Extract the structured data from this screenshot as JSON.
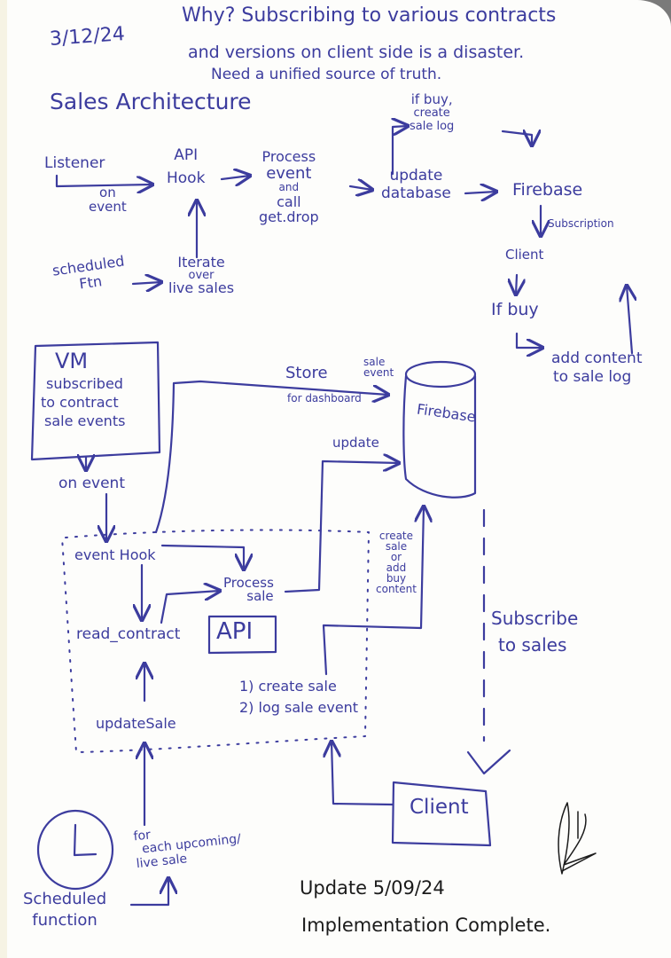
{
  "colors": {
    "ink": "#3c3c9e",
    "ink_black": "#1b1b1b",
    "paper": "#fdfdfb"
  },
  "header": {
    "date": "3/12/24",
    "why_line1": "Why? Subscribing to various contracts",
    "why_line2": "and versions on client side is a disaster.",
    "why_line3": "Need a unified source of truth.",
    "title": "Sales Architecture"
  },
  "top_flow": {
    "listener": "Listener",
    "on_event": [
      "on",
      "event"
    ],
    "api_hook": [
      "API",
      "Hook"
    ],
    "process_event": [
      "Process",
      "event",
      "and",
      "call",
      "get.drop"
    ],
    "update_database": [
      "update",
      "database"
    ],
    "if_buy_create_log": [
      "if buy,",
      "create",
      "sale log"
    ],
    "firebase": "Firebase",
    "subscription": "Subscription",
    "client": "Client",
    "if_buy": "If buy",
    "add_content": [
      "add content",
      "to sale log"
    ],
    "scheduled_ftn": [
      "scheduled",
      "Ftn"
    ],
    "iterate": [
      "Iterate",
      "over",
      "live sales"
    ]
  },
  "bottom_flow": {
    "vm_box": [
      "VM",
      "subscribed",
      "to contract",
      "sale events"
    ],
    "on_event": "on event",
    "store_event": [
      "Store",
      "sale",
      "event",
      "for dashboard"
    ],
    "firebase": "Firebase",
    "update": "update",
    "event_hook": "event Hook",
    "process_sale": [
      "Process",
      "sale"
    ],
    "read_contract": "read_contract",
    "api_box": "API",
    "create_sale_or_add": [
      "create",
      "sale",
      "or",
      "add",
      "buy",
      "content"
    ],
    "steps": [
      "1) create sale",
      "2) log sale event"
    ],
    "update_sale": "updateSale",
    "subscribe_to_sales": [
      "Subscribe",
      "to sales"
    ],
    "client_box": "Client",
    "for_each": [
      "for",
      "each upcoming/",
      "live sale"
    ],
    "scheduled_function": [
      "Scheduled",
      "function"
    ]
  },
  "footer": {
    "update_date": "Update 5/09/24",
    "status": "Implementation Complete."
  }
}
